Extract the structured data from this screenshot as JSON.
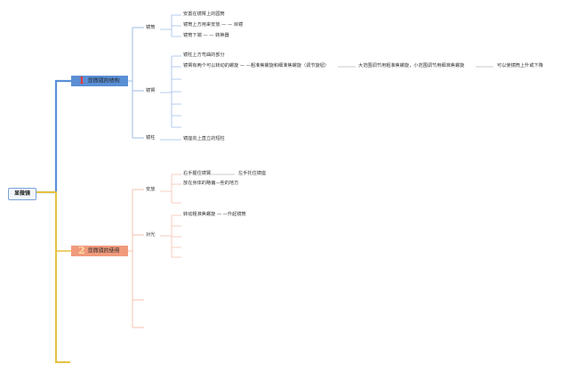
{
  "root": {
    "label": "显微镜"
  },
  "colors": {
    "blue": "#5a8fd6",
    "blue_line": "#9dbde6",
    "orange": "#f09a7c",
    "orange_line": "#f4c0ae",
    "yellow": "#e6c23e",
    "gray": "#bbbbbb"
  },
  "topic1": {
    "number": "1",
    "label": "显微镜的结构",
    "sub_tube": {
      "label": "镜筒",
      "items": [
        "安置在镜臂上的圆筒",
        "镜筒上方用来安放 — — 目镜",
        "镜筒下端 — — 转换器"
      ]
    },
    "sub_arm": {
      "label": "镜臂",
      "items": [
        "镜柱上方弯曲的部分",
        "镜臂有两个可以转动的螺旋 — —粗准焦螺旋和细准焦螺旋（调节旋钮）"
      ],
      "chain": [
        "大范围调节用粗准焦螺旋，小范围调节用细准焦螺旋",
        "可以使镜筒上升或下降"
      ]
    },
    "sub_pillar": {
      "label": "镜柱",
      "items": [
        "镜座向上直立的短柱"
      ]
    }
  },
  "topic2": {
    "number": "2",
    "label": "显微镜的使用",
    "sub_place": {
      "label": "安放",
      "items": [
        "右手握住镜臂",
        "放在身体的略偏—些的地方"
      ],
      "chain": [
        "左手托住镜座"
      ]
    },
    "sub_light": {
      "label": "对光",
      "items": [
        "转动粗准焦螺旋 — —升起镜筒"
      ]
    }
  }
}
